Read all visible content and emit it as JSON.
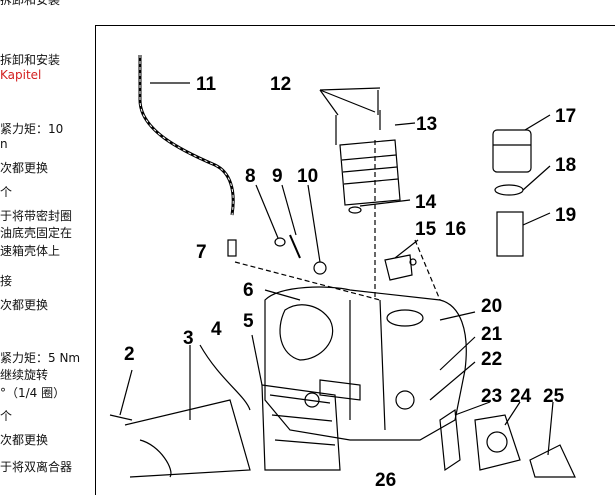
{
  "left_notes": [
    {
      "text": "拆卸和安装",
      "color": "normal"
    },
    {
      "text": "Kapitel",
      "color": "red"
    },
    {
      "text": "紧力矩：10",
      "color": "normal"
    },
    {
      "text": "n",
      "color": "normal"
    },
    {
      "text": "次都更换",
      "color": "normal"
    },
    {
      "text": "个",
      "color": "normal"
    },
    {
      "text": "于将带密封圈",
      "color": "normal"
    },
    {
      "text": "油底壳固定在",
      "color": "normal"
    },
    {
      "text": "速箱壳体上",
      "color": "normal"
    },
    {
      "text": "接",
      "color": "normal"
    },
    {
      "text": "次都更换",
      "color": "normal"
    },
    {
      "text": "紧力矩：5 Nm",
      "color": "normal"
    },
    {
      "text": "继续旋转",
      "color": "normal"
    },
    {
      "text": "°（1/4 圈）",
      "color": "normal"
    },
    {
      "text": "个",
      "color": "normal"
    },
    {
      "text": "次都更换",
      "color": "normal"
    },
    {
      "text": "于将双离合器",
      "color": "normal"
    }
  ],
  "callouts": [
    "11",
    "12",
    "13",
    "17",
    "18",
    "19",
    "8",
    "9",
    "10",
    "14",
    "15",
    "16",
    "7",
    "6",
    "20",
    "21",
    "22",
    "5",
    "4",
    "3",
    "2",
    "23",
    "24",
    "25",
    "26"
  ],
  "colors": {
    "text": "#111111",
    "red": "#d31f1f",
    "line": "#000000"
  }
}
